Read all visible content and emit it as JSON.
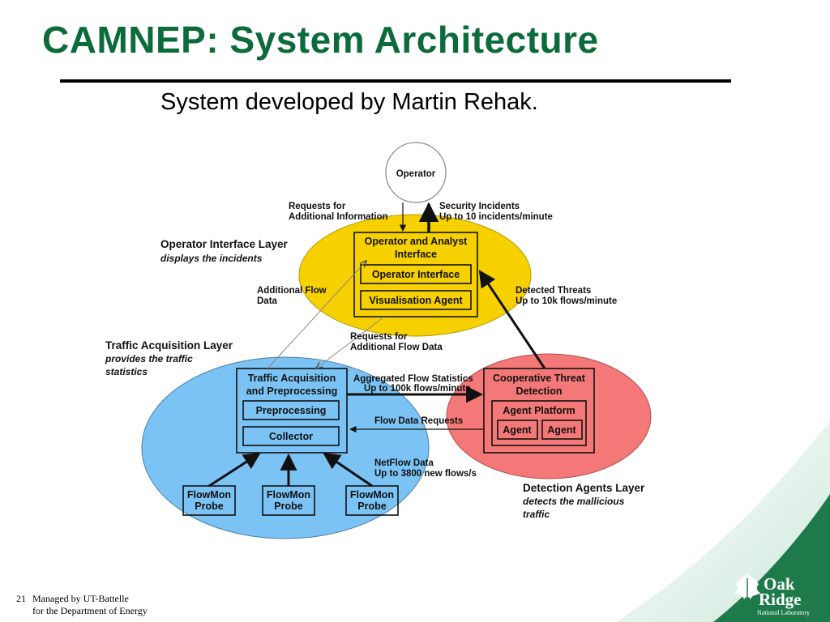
{
  "slide": {
    "title": "CAMNEP: System Architecture",
    "subtitle": "System developed by Martin Rehak.",
    "slide_number": "21",
    "footer_line1": "Managed by UT-Battelle",
    "footer_line2": "for the Department of Energy",
    "logo_oak": "Oak",
    "logo_ridge": "Ridge",
    "logo_lab": "National Laboratory"
  },
  "diagram": {
    "operator": "Operator",
    "operator_layer_title": "Operator Interface Layer",
    "operator_layer_desc": "displays the incidents",
    "traffic_layer_title": "Traffic Acquisition Layer",
    "traffic_layer_desc1": "provides the traffic",
    "traffic_layer_desc2": "statistics",
    "detection_layer_title": "Detection Agents Layer",
    "detection_layer_desc1": "detects the mallicious",
    "detection_layer_desc2": "traffic",
    "oai_line1": "Operator and Analyst",
    "oai_line2": "Interface",
    "operator_interface": "Operator Interface",
    "visualisation_agent": "Visualisation Agent",
    "tap_line1": "Traffic Acquisition",
    "tap_line2": "and Preprocessing",
    "preprocessing": "Preprocessing",
    "collector": "Collector",
    "ctd_line1": "Cooperative Threat",
    "ctd_line2": "Detection",
    "agent_platform": "Agent Platform",
    "agent1": "Agent",
    "agent2": "Agent",
    "probe1_line1": "FlowMon",
    "probe1_line2": "Probe",
    "probe2_line1": "FlowMon",
    "probe2_line2": "Probe",
    "probe3_line1": "FlowMon",
    "probe3_line2": "Probe",
    "req_info1": "Requests for",
    "req_info2": "Additional Information",
    "sec_inc1": "Security Incidents",
    "sec_inc2": "Up to 10 incidents/minute",
    "add_flow1": "Additional Flow",
    "add_flow2": "Data",
    "det_threats1": "Detected Threats",
    "det_threats2": "Up to 10k flows/minute",
    "req_flow1": "Requests for",
    "req_flow2": "Additional Flow Data",
    "agg_flow1": "Aggregated Flow Statistics",
    "agg_flow2": "Up to 100k flows/minute",
    "flow_req": "Flow Data Requests",
    "netflow1": "NetFlow Data",
    "netflow2": "Up to 3800 new flows/s"
  },
  "colors": {
    "title_green": "#0b6b3a",
    "operator_layer": "#f7d000",
    "traffic_layer": "#7cc3f5",
    "detection_layer": "#f57878"
  }
}
